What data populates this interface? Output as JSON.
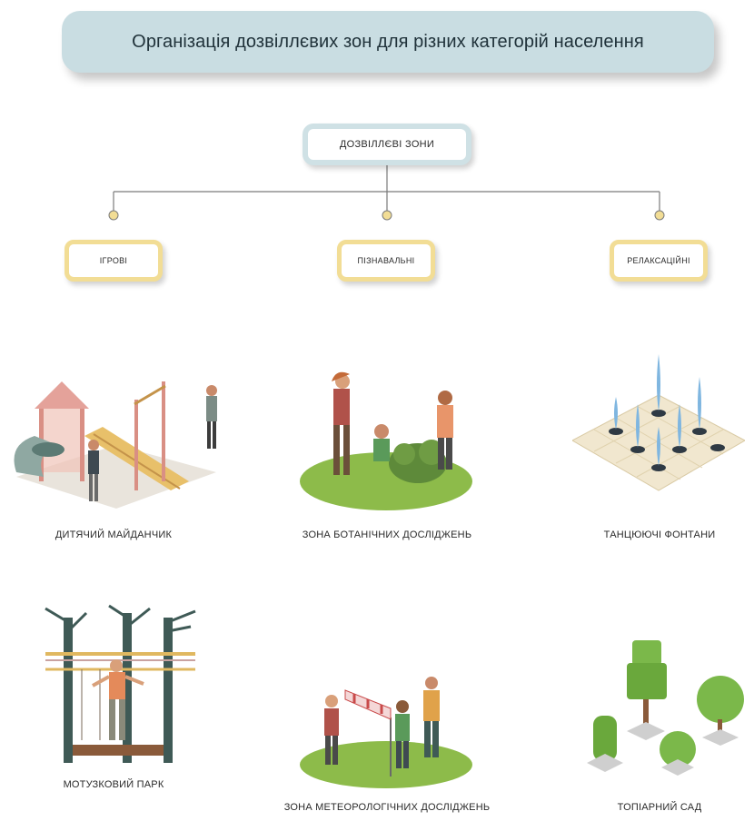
{
  "title": "Організація дозвіллєвих зон для різних категорій населення",
  "root": "ДОЗВІЛЛЄВІ ЗОНИ",
  "categories": [
    "ІГРОВІ",
    "ПІЗНАВАЛЬНІ",
    "РЕЛАКСАЦІЙНІ"
  ],
  "zones": [
    "ДИТЯЧИЙ МАЙДАНЧИК",
    "ЗОНА БОТАНІЧНИХ ДОСЛІДЖЕНЬ",
    "ТАНЦЮЮЧІ ФОНТАНИ",
    "МОТУЗКОВИЙ ПАРК",
    "ЗОНА МЕТЕОРОЛОГІЧНИХ ДОСЛІДЖЕНЬ",
    "ТОПІАРНИЙ САД"
  ],
  "colors": {
    "title_bg": "#c9dde2",
    "root_border": "#cfe1e5",
    "category_border": "#f2dd95",
    "connector": "#7a7a7a",
    "node_dot": "#f2dd95"
  }
}
